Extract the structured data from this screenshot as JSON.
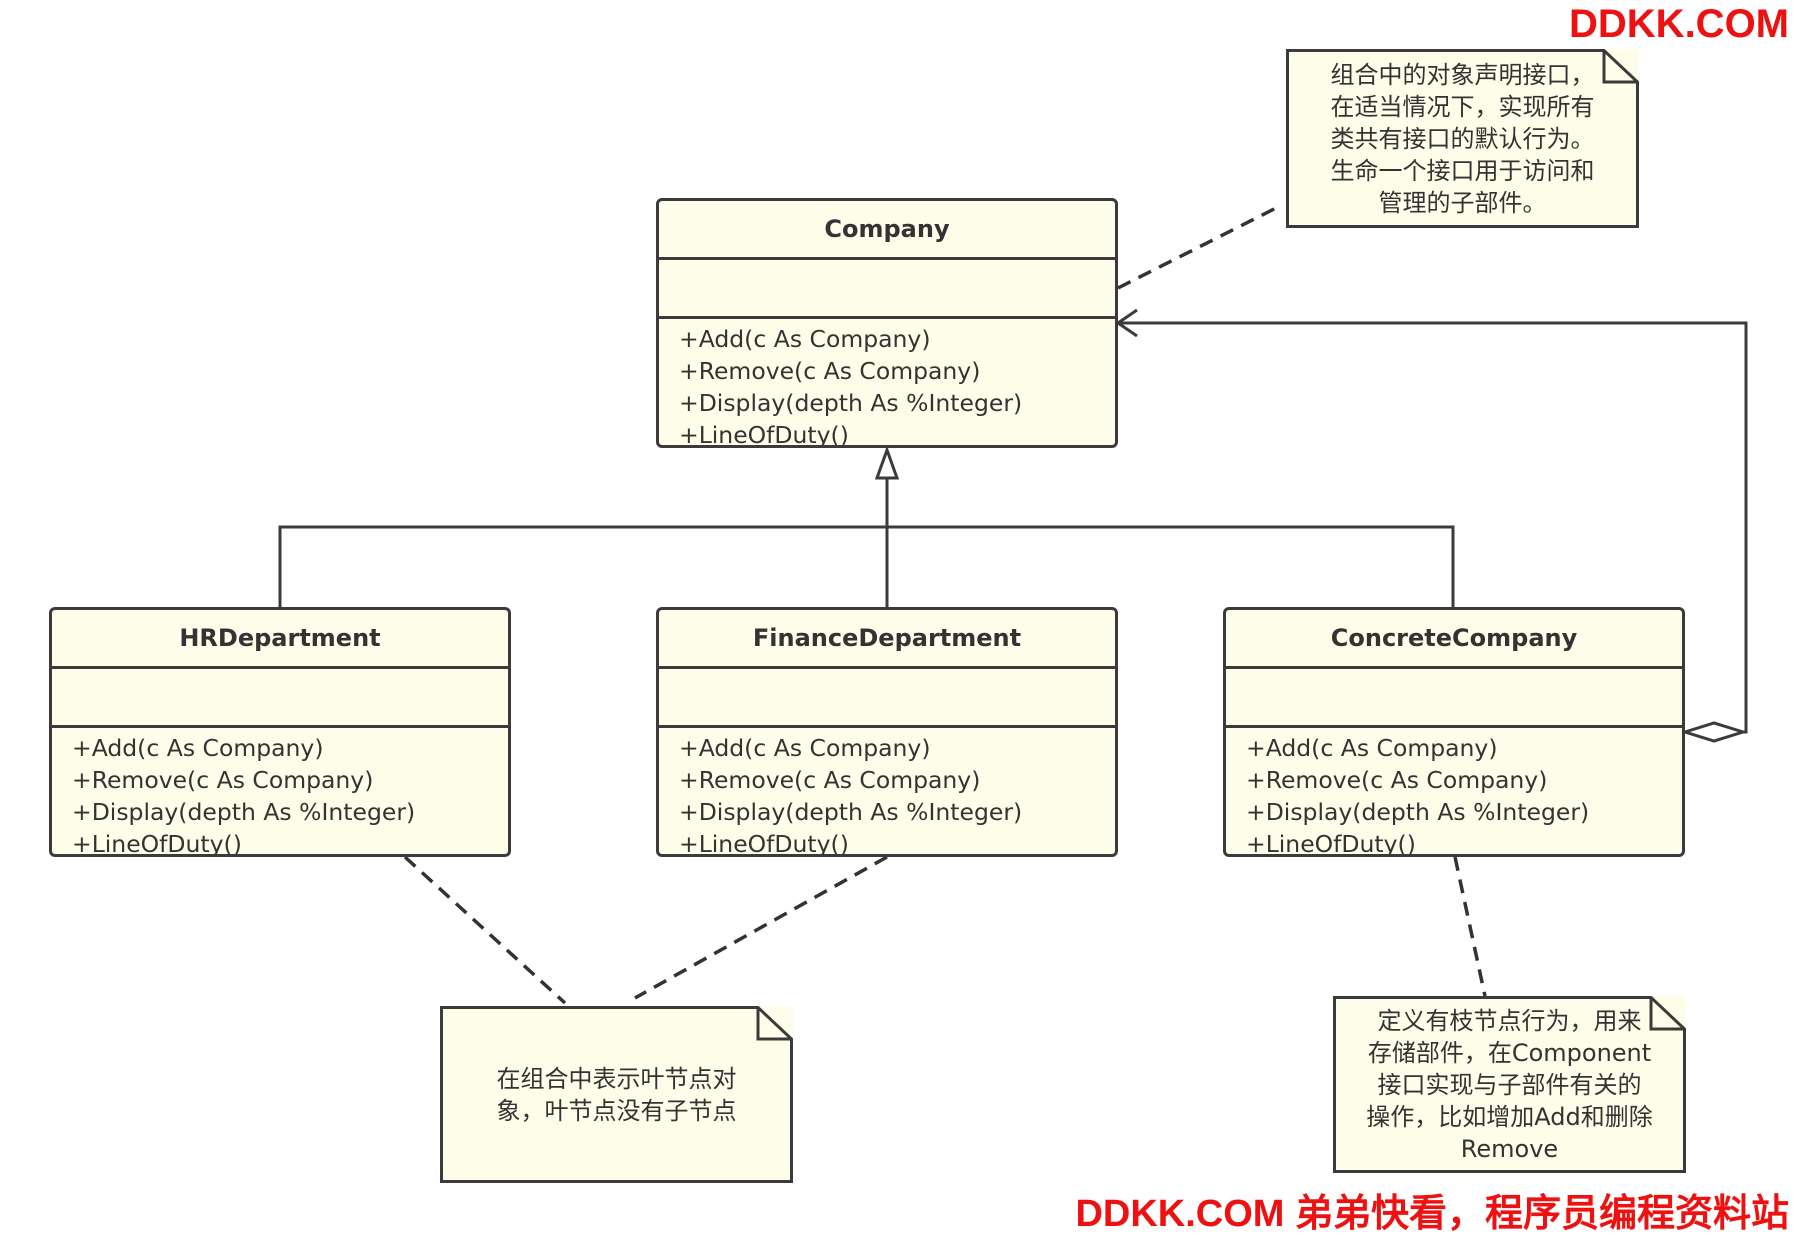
{
  "watermark_top": "DDKK.COM",
  "watermark_bottom": "DDKK.COM 弟弟快看，程序员编程资料站",
  "classes": {
    "company": {
      "name": "Company",
      "ops": [
        "+Add(c As Company)",
        "+Remove(c As Company)",
        "+Display(depth As %Integer)",
        "+LineOfDuty()"
      ]
    },
    "hr": {
      "name": "HRDepartment",
      "ops": [
        "+Add(c As Company)",
        "+Remove(c As Company)",
        "+Display(depth As %Integer)",
        "+LineOfDuty()"
      ]
    },
    "finance": {
      "name": "FinanceDepartment",
      "ops": [
        "+Add(c As Company)",
        "+Remove(c As Company)",
        "+Display(depth As %Integer)",
        "+LineOfDuty()"
      ]
    },
    "concrete": {
      "name": "ConcreteCompany",
      "ops": [
        "+Add(c As Company)",
        "+Remove(c As Company)",
        "+Display(depth As %Integer)",
        "+LineOfDuty()"
      ]
    }
  },
  "notes": {
    "component": [
      "组合中的对象声明接口，",
      "在适当情况下，实现所有",
      "类共有接口的默认行为。",
      "生命一个接口用于访问和",
      "管理的子部件。"
    ],
    "leaf": [
      "在组合中表示叶节点对",
      "象，叶节点没有子节点"
    ],
    "composite": [
      "定义有枝节点行为，用来",
      "存储部件，在Component",
      "接口实现与子部件有关的",
      "操作，比如增加Add和删除",
      "Remove"
    ]
  },
  "colors": {
    "box_fill": "#fefde9",
    "line": "#3b3b3b",
    "watermark": "#ee1111"
  }
}
